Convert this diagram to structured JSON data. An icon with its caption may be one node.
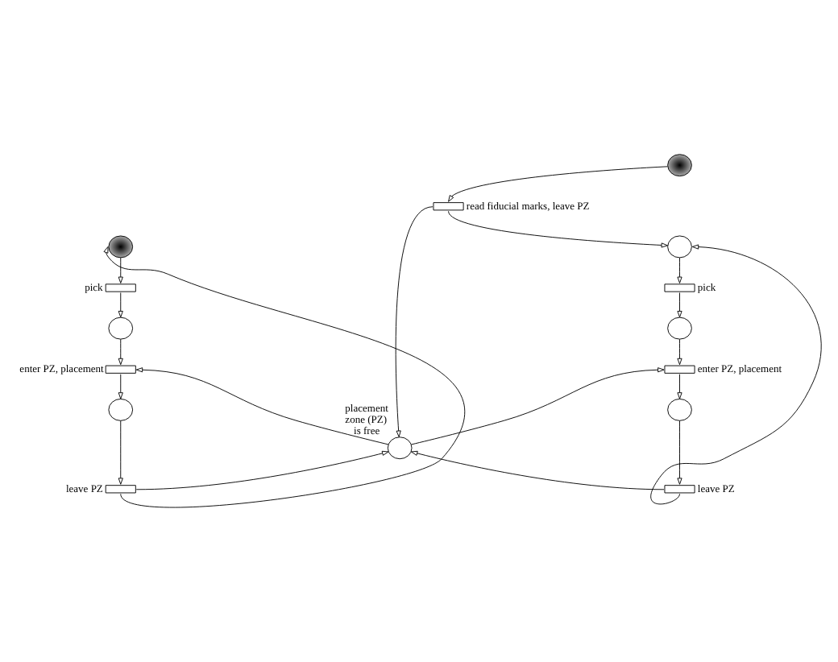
{
  "diagram": {
    "nodes": [
      {
        "text": [],
        "shape": "circle"
      },
      {
        "text": [],
        "shape": "bar",
        "beside": [
          "read fiducial marks, leave PZ"
        ]
      },
      {
        "text": [],
        "shape": "circle"
      },
      {
        "text": [],
        "shape": "circle"
      },
      {
        "text": [],
        "shape": "bar",
        "beside": [
          "pick"
        ]
      },
      {
        "text": [],
        "shape": "bar",
        "beside": [
          "pick"
        ]
      },
      {
        "text": [],
        "shape": "circle"
      },
      {
        "text": [],
        "shape": "circle"
      },
      {
        "text": [],
        "shape": "bar",
        "beside": [
          "enter PZ, placement"
        ]
      },
      {
        "text": [],
        "shape": "bar",
        "beside": [
          "enter PZ, placement"
        ]
      },
      {
        "text": [],
        "shape": "circle"
      },
      {
        "text": [],
        "shape": "circle"
      },
      {
        "text": [],
        "shape": "circle",
        "beside": [
          "placement zone (PZ) is free"
        ]
      },
      {
        "text": [],
        "shape": "bar",
        "beside": [
          "leave PZ"
        ]
      },
      {
        "text": [],
        "shape": "bar",
        "beside": [
          "leave PZ"
        ]
      }
    ],
    "edges": [
      {
        "from": 0,
        "to": 1,
        "arrow": "to"
      },
      {
        "from": 1,
        "to": 2,
        "arrow": "to"
      },
      {
        "from": 1,
        "to": 12,
        "arrow": "to"
      },
      {
        "from": 3,
        "to": 4,
        "arrow": "to"
      },
      {
        "from": 2,
        "to": 5,
        "arrow": "to"
      },
      {
        "from": 4,
        "to": 6,
        "arrow": "to"
      },
      {
        "from": 5,
        "to": 7,
        "arrow": "to"
      },
      {
        "from": 6,
        "to": 8,
        "arrow": "to"
      },
      {
        "from": 7,
        "to": 9,
        "arrow": "to"
      },
      {
        "from": 12,
        "to": 8,
        "arrow": "to"
      },
      {
        "from": 12,
        "to": 9,
        "arrow": "to"
      },
      {
        "from": 8,
        "to": 10,
        "arrow": "to"
      },
      {
        "from": 9,
        "to": 11,
        "arrow": "to"
      },
      {
        "from": 10,
        "to": 13,
        "arrow": "to"
      },
      {
        "from": 11,
        "to": 14,
        "arrow": "to"
      },
      {
        "from": 13,
        "to": 12,
        "arrow": "to"
      },
      {
        "from": 14,
        "to": 12,
        "arrow": "to"
      },
      {
        "from": 13,
        "to": 3,
        "arrow": "to"
      },
      {
        "from": 14,
        "to": 2,
        "arrow": "to"
      }
    ]
  }
}
